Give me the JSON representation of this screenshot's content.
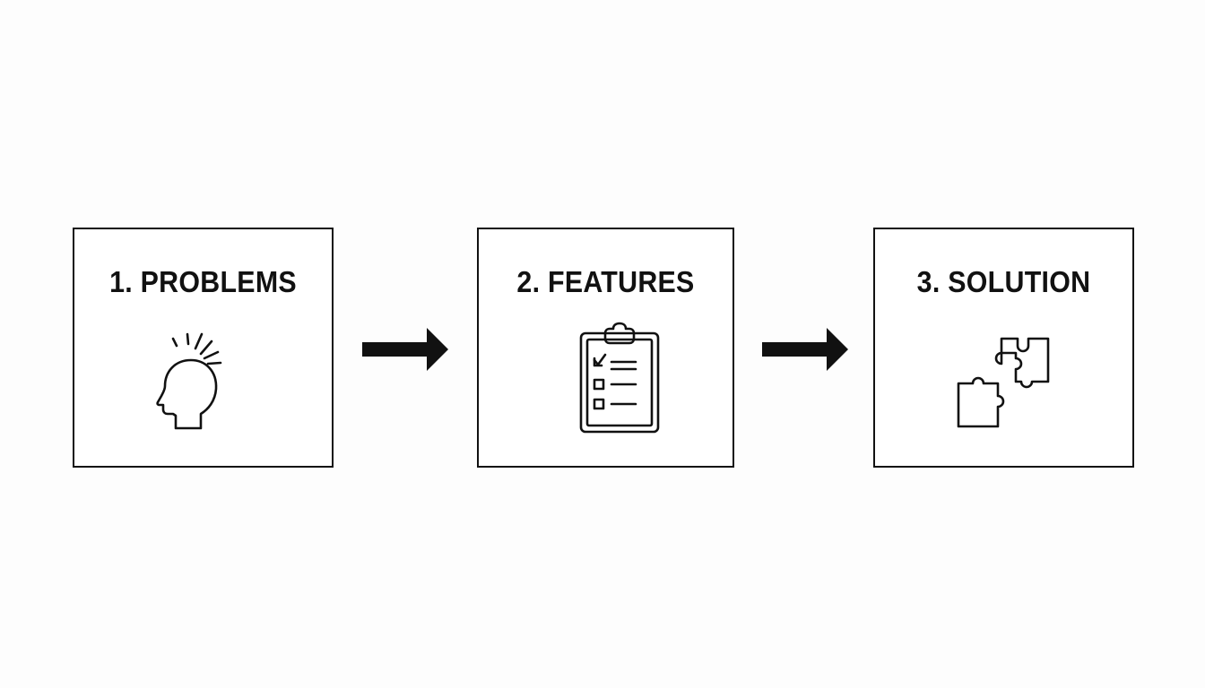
{
  "steps": [
    {
      "title": "1. PROBLEMS",
      "icon": "head-pain-icon"
    },
    {
      "title": "2. FEATURES",
      "icon": "clipboard-checklist-icon"
    },
    {
      "title": "3. SOLUTION",
      "icon": "puzzle-pieces-icon"
    }
  ],
  "connectors": [
    {
      "icon": "right-arrow-icon"
    },
    {
      "icon": "right-arrow-icon"
    }
  ],
  "colors": {
    "stroke": "#111111",
    "background": "#fdfdfd"
  }
}
